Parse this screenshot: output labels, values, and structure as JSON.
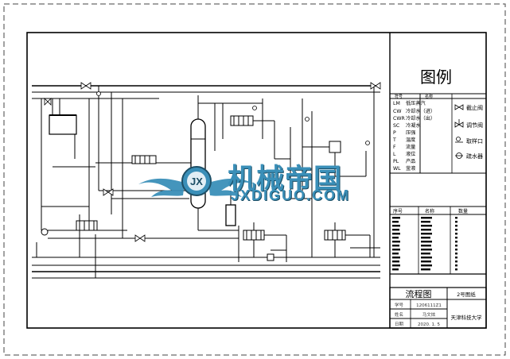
{
  "legend": {
    "title": "图例",
    "col_code": "符号",
    "col_name": "名称",
    "items": [
      {
        "code": "LM",
        "name": "低压蒸汽"
      },
      {
        "code": "CW",
        "name": "冷却水（进）"
      },
      {
        "code": "CWR",
        "name": "冷却水（出）"
      },
      {
        "code": "SC",
        "name": "冷凝水"
      },
      {
        "code": "P",
        "name": "压强"
      },
      {
        "code": "T",
        "name": "温度"
      },
      {
        "code": "F",
        "name": "流量"
      },
      {
        "code": "L",
        "name": "液位"
      },
      {
        "code": "PL",
        "name": "产品"
      },
      {
        "code": "WL",
        "name": "釜液"
      }
    ],
    "symbols": [
      "截止阀",
      "调节阀",
      "取样口",
      "疏水器"
    ]
  },
  "equipment_table": {
    "headers": [
      "序号",
      "名称",
      "数量"
    ]
  },
  "title_block": {
    "title": "流程图",
    "sheet_size": "2号图纸",
    "rows": [
      {
        "label": "学号",
        "value": "1206111Z1"
      },
      {
        "label": "姓名",
        "value": "马文炫"
      },
      {
        "label": "日期",
        "value": "2020. 1. 5"
      }
    ],
    "school": "天津科技大学"
  },
  "watermark": {
    "cn": "机械帝国",
    "en": "JXDIGUO.COM",
    "logo_letters": "JX"
  }
}
